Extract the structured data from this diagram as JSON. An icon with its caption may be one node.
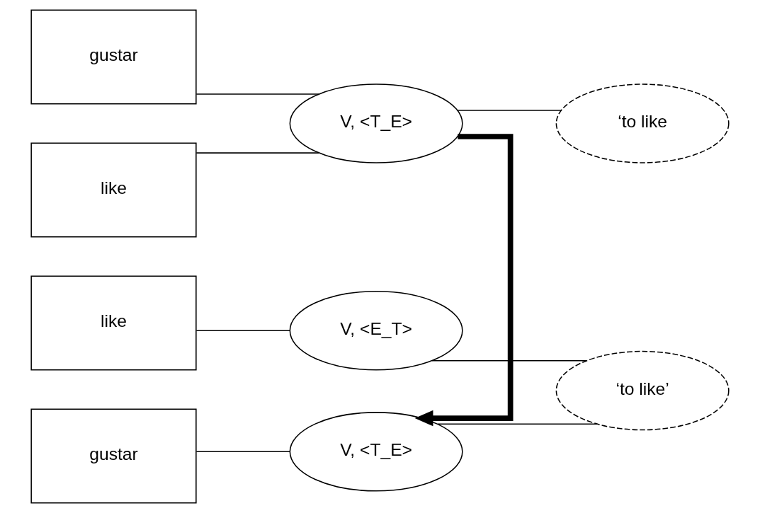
{
  "diagram": {
    "nodes": [
      {
        "text": [
          "gustar"
        ]
      },
      {
        "text": [
          "like"
        ]
      },
      {
        "text": [
          "V, <T_E>"
        ]
      },
      {
        "text": [
          "‘to like"
        ]
      },
      {
        "text": [
          "gustar"
        ]
      },
      {
        "text": [
          "like"
        ]
      },
      {
        "text": [
          "V, <T_E>"
        ]
      },
      {
        "text": [
          "‘to like’"
        ]
      },
      {
        "text": [
          "V, <E_T>"
        ]
      }
    ],
    "edges": [
      {
        "from": 0,
        "to": 2,
        "arrow": "none"
      },
      {
        "from": 1,
        "to": 2,
        "arrow": "none"
      },
      {
        "from": 2,
        "to": 3,
        "arrow": "none"
      },
      {
        "from": 2,
        "to": 6,
        "arrow": "to",
        "style": "thick"
      },
      {
        "from": 4,
        "to": 6,
        "arrow": "none"
      },
      {
        "from": 6,
        "to": 7,
        "arrow": "none"
      },
      {
        "from": 5,
        "to": 8,
        "arrow": "none"
      },
      {
        "from": 8,
        "to": 7,
        "arrow": "none"
      }
    ]
  }
}
